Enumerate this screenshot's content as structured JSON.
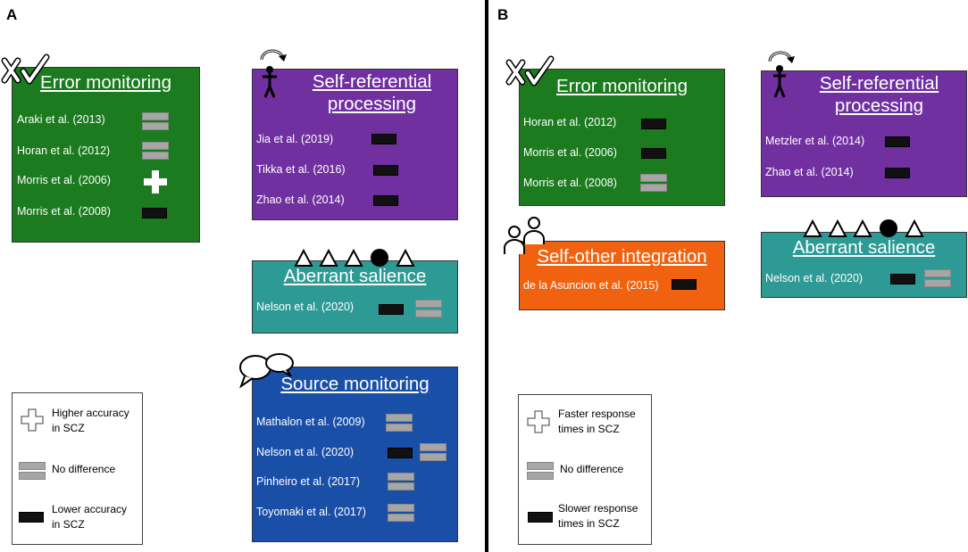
{
  "panels": {
    "a_label": "A",
    "b_label": "B"
  },
  "panel_a": {
    "error_monitoring": {
      "title": "Error monitoring",
      "items": [
        "Araki et al. (2013)",
        "Horan et al. (2012)",
        "Morris et al. (2006)",
        "Morris et al. (2008)"
      ],
      "results": [
        "no-difference",
        "no-difference",
        "higher",
        "lower"
      ]
    },
    "self_referential": {
      "title_line1": "Self-referential",
      "title_line2": "processing",
      "items": [
        "Jia et al. (2019)",
        "Tikka et al. (2016)",
        "Zhao et al. (2014)"
      ],
      "results": [
        "lower",
        "lower",
        "lower"
      ]
    },
    "aberrant_salience": {
      "title": "Aberrant salience",
      "items": [
        "Nelson et al. (2020)"
      ],
      "results": [
        "lower+no-difference"
      ]
    },
    "source_monitoring": {
      "title": "Source monitoring",
      "items": [
        "Mathalon et al. (2009)",
        "Nelson et al. (2020)",
        "Pinheiro et al. (2017)",
        "Toyomaki et al. (2017)"
      ],
      "results": [
        "no-difference",
        "lower+no-difference",
        "no-difference",
        "no-difference"
      ]
    },
    "legend": {
      "higher": "Higher accuracy in SCZ",
      "higher_l1": "Higher accuracy",
      "higher_l2": "in SCZ",
      "none": "No difference",
      "lower_l1": "Lower accuracy",
      "lower_l2": "in SCZ"
    }
  },
  "panel_b": {
    "error_monitoring": {
      "title": "Error monitoring",
      "items": [
        "Horan et al. (2012)",
        "Morris et al. (2006)",
        "Morris et al. (2008)"
      ],
      "results": [
        "lower",
        "lower",
        "no-difference"
      ]
    },
    "self_referential": {
      "title_line1": "Self-referential",
      "title_line2": "processing",
      "items": [
        "Metzler et al. (2014)",
        "Zhao et al. (2014)"
      ],
      "results": [
        "lower",
        "lower"
      ]
    },
    "self_other": {
      "title": "Self-other integration",
      "items": [
        "de la Asuncion et al. (2015)"
      ],
      "results": [
        "lower"
      ]
    },
    "aberrant_salience": {
      "title": "Aberrant salience",
      "items": [
        "Nelson et al. (2020)"
      ],
      "results": [
        "lower+no-difference"
      ]
    },
    "legend": {
      "higher_l1": "Faster response",
      "higher_l2": "times in SCZ",
      "none": "No difference",
      "lower_l1": "Slower response",
      "lower_l2": "times in SCZ"
    }
  },
  "icons": {
    "error": "cross-check-icon",
    "self": "person-cycle-icon",
    "salience": "triangles-circle-icon",
    "source": "speech-bubbles-icon",
    "other": "two-people-icon"
  },
  "colors": {
    "green": "#1c7a1f",
    "purple": "#7030a0",
    "teal": "#2e9a95",
    "blue": "#1a4fa8",
    "orange": "#f0620f"
  }
}
